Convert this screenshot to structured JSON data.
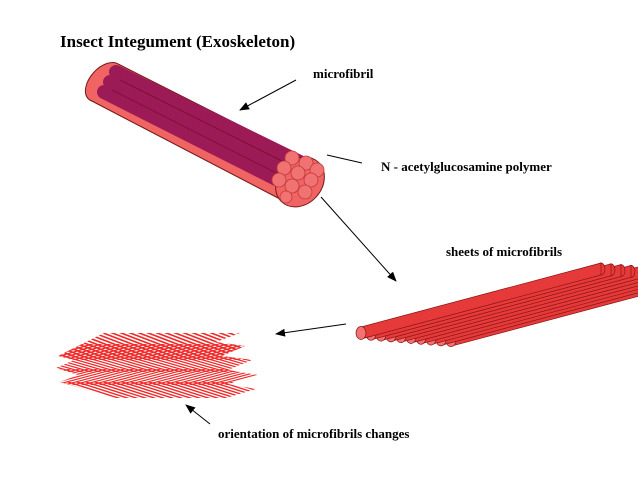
{
  "title": "Insect Integument (Exoskeleton)",
  "labels": {
    "microfibril": "microfibril",
    "polymer": "N - acetylglucosamine polymer",
    "sheets": "sheets of microfibrils",
    "orientation": "orientation of microfibrils changes"
  },
  "colors": {
    "bundle_outer": "#f06464",
    "bundle_outline": "#7a1a1a",
    "fibril_fill": "#9c1a55",
    "fibril_end": "#f06a6a",
    "rod_fill": "#e63a3a",
    "rod_end": "#f07272",
    "stripe_red": "#f02828",
    "stripe_white": "#ffffff",
    "arrow": "#000000"
  },
  "diagram": {
    "sheet_rod_count": 10,
    "layer_count": 5
  }
}
